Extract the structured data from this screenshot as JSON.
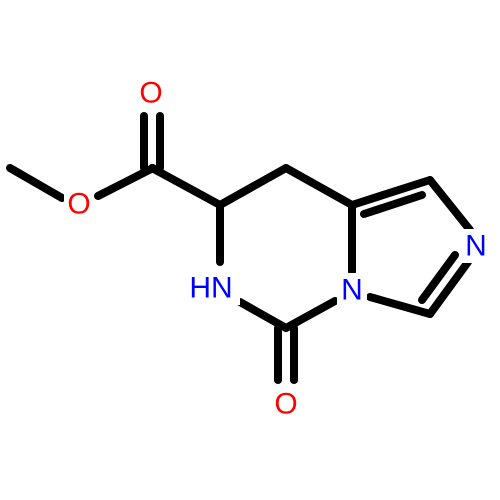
{
  "structure": {
    "atoms": [
      {
        "id": "o_carbonyl_ester",
        "label": "O",
        "color": "#ff0000"
      },
      {
        "id": "o_ether",
        "label": "O",
        "color": "#ff0000"
      },
      {
        "id": "n_amide",
        "label": "HN",
        "color": "#0000ff"
      },
      {
        "id": "n_imidazole_bridge",
        "label": "N",
        "color": "#0000ff"
      },
      {
        "id": "n_imidazole",
        "label": "N",
        "color": "#0000ff"
      },
      {
        "id": "o_lactam",
        "label": "O",
        "color": "#ff0000"
      }
    ],
    "colors": {
      "bond": "#000000",
      "oxygen": "#ff0000",
      "nitrogen": "#0000ff",
      "background": "#ffffff"
    }
  }
}
